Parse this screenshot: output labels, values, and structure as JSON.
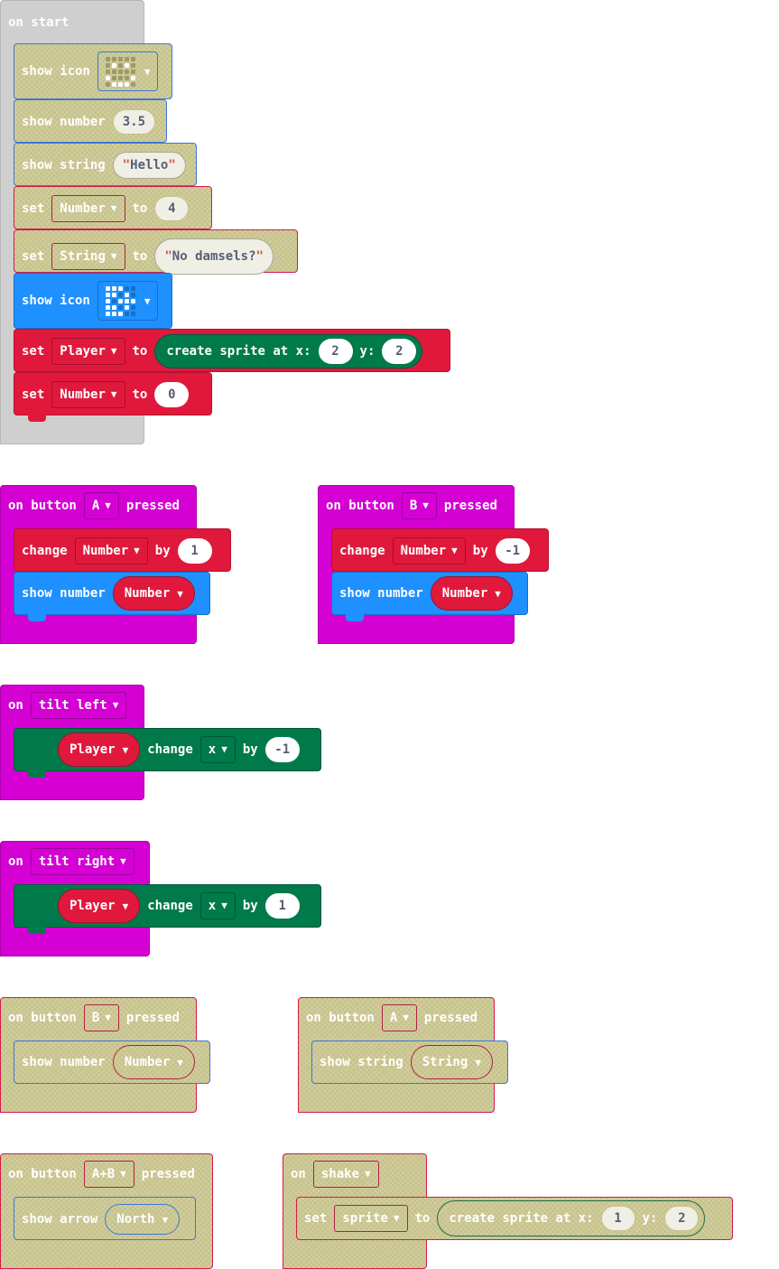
{
  "colors": {
    "events": "#d400d4",
    "basic": "#1e90ff",
    "variables": "#e0193c",
    "game": "#007a4a",
    "disabled": "#c6c28a",
    "on_start": "#cfcfcf"
  },
  "on_start": {
    "label": "on start",
    "show_icon_1": {
      "label": "show icon",
      "grid": [
        0,
        0,
        0,
        0,
        0,
        0,
        1,
        0,
        1,
        0,
        0,
        0,
        0,
        0,
        0,
        1,
        0,
        0,
        0,
        1,
        0,
        1,
        1,
        1,
        0
      ]
    },
    "show_number": {
      "label": "show number",
      "value": "3.5"
    },
    "show_string": {
      "label": "show string",
      "value": "Hello"
    },
    "set_number": {
      "set": "set",
      "var": "Number",
      "to": "to",
      "value": "4"
    },
    "set_string": {
      "set": "set",
      "var": "String",
      "to": "to",
      "value": "No damsels?"
    },
    "show_icon_2": {
      "label": "show icon",
      "grid": [
        1,
        1,
        1,
        0,
        0,
        1,
        1,
        0,
        1,
        0,
        1,
        0,
        1,
        1,
        1,
        1,
        1,
        0,
        1,
        0,
        1,
        1,
        1,
        0,
        0
      ]
    },
    "set_player": {
      "set": "set",
      "var": "Player",
      "to": "to",
      "create": "create sprite at x:",
      "x": "2",
      "ylabel": "y:",
      "y": "2"
    },
    "set_number_zero": {
      "set": "set",
      "var": "Number",
      "to": "to",
      "value": "0"
    }
  },
  "btn_a": {
    "on": "on button",
    "button": "A",
    "pressed": "pressed",
    "change": {
      "label": "change",
      "var": "Number",
      "by": "by",
      "value": "1"
    },
    "show": {
      "label": "show number",
      "var": "Number"
    }
  },
  "btn_b": {
    "on": "on button",
    "button": "B",
    "pressed": "pressed",
    "change": {
      "label": "change",
      "var": "Number",
      "by": "by",
      "value": "-1"
    },
    "show": {
      "label": "show number",
      "var": "Number"
    }
  },
  "tilt_left": {
    "on": "on",
    "gesture": "tilt left",
    "stmt": {
      "var": "Player",
      "change": "change",
      "prop": "x",
      "by": "by",
      "value": "-1"
    }
  },
  "tilt_right": {
    "on": "on",
    "gesture": "tilt right",
    "stmt": {
      "var": "Player",
      "change": "change",
      "prop": "x",
      "by": "by",
      "value": "1"
    }
  },
  "dis_btn_b": {
    "on": "on button",
    "button": "B",
    "pressed": "pressed",
    "show": {
      "label": "show number",
      "var": "Number"
    }
  },
  "dis_btn_a": {
    "on": "on button",
    "button": "A",
    "pressed": "pressed",
    "show": {
      "label": "show string",
      "var": "String"
    }
  },
  "dis_btn_ab": {
    "on": "on button",
    "button": "A+B",
    "pressed": "pressed",
    "show": {
      "label": "show arrow",
      "dir": "North"
    }
  },
  "dis_shake": {
    "on": "on",
    "gesture": "shake",
    "stmt": {
      "set": "set",
      "var": "sprite",
      "to": "to",
      "create": "create sprite at x:",
      "x": "1",
      "ylabel": "y:",
      "y": "2"
    }
  },
  "dropdown_arrow": "▼"
}
